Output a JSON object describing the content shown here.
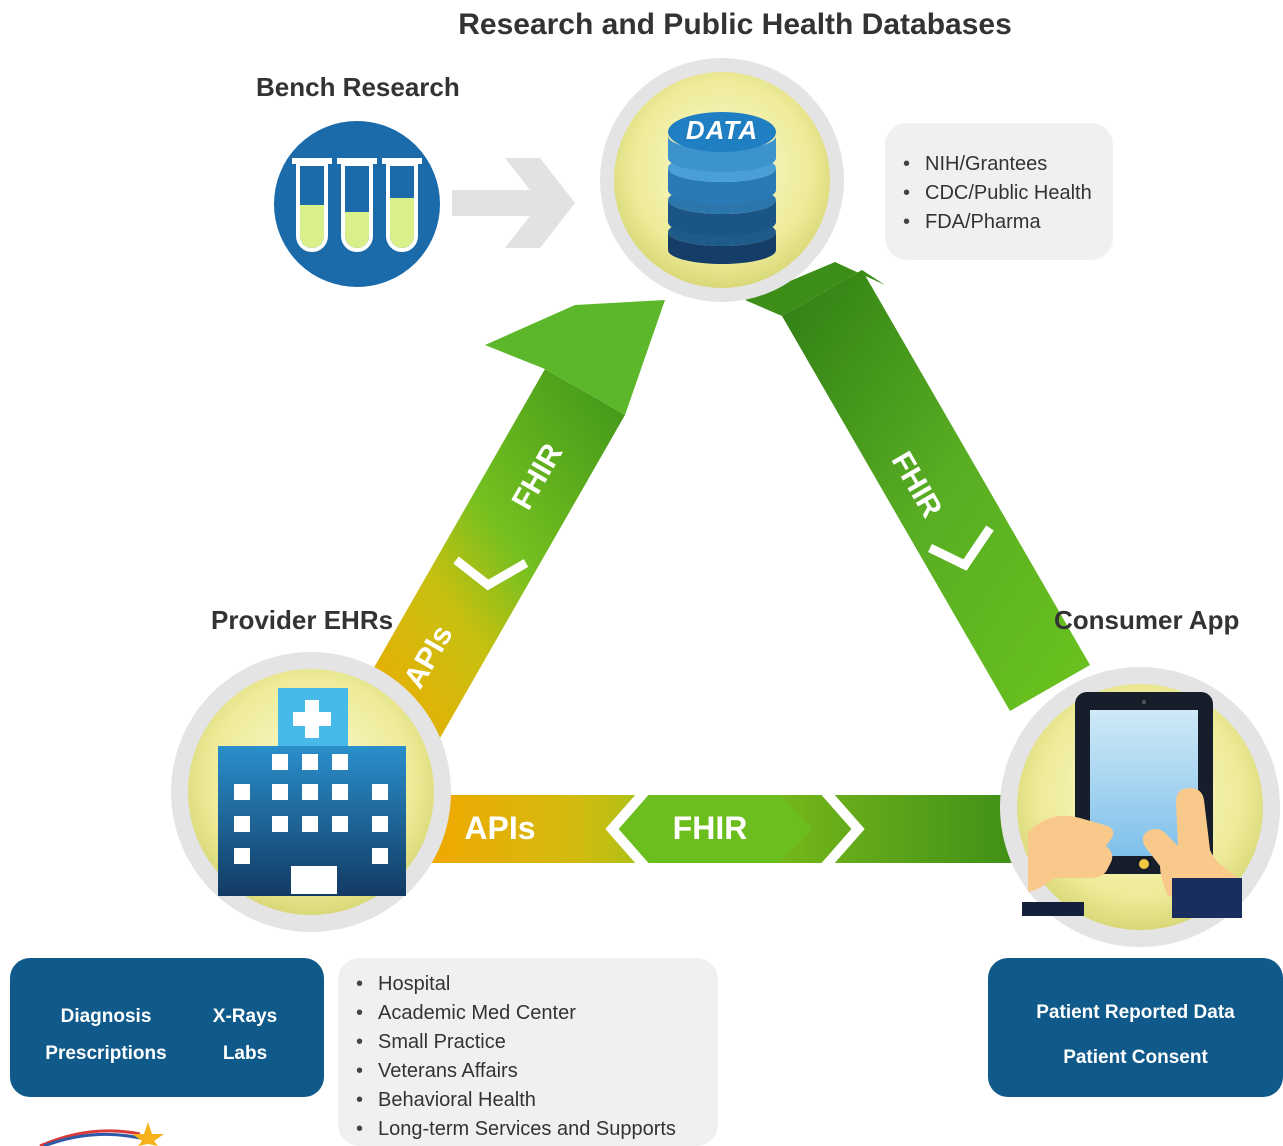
{
  "title": "Research and Public Health Databases",
  "labels": {
    "bench": "Bench Research",
    "provider": "Provider EHRs",
    "consumer": "Consumer App"
  },
  "icons": {
    "bench": "test-tubes-icon",
    "data": "database-icon",
    "provider": "hospital-icon",
    "consumer": "tablet-icon"
  },
  "data_icon_text": "DATA",
  "arrow_labels": {
    "left_fhir": "FHIR",
    "left_apis": "APIs",
    "right_fhir": "FHIR",
    "bottom_apis": "APIs",
    "bottom_fhir": "FHIR"
  },
  "research_list": [
    "NIH/Grantees",
    "CDC/Public Health",
    "FDA/Pharma"
  ],
  "provider_list": [
    "Hospital",
    "Academic Med Center",
    "Small Practice",
    "Veterans Affairs",
    "Behavioral Health",
    "Long-term Services and Supports"
  ],
  "provider_data": {
    "col1": [
      "Diagnosis",
      "Prescriptions"
    ],
    "col2": [
      "X-Rays",
      "Labs"
    ]
  },
  "consumer_data": [
    "Patient Reported Data",
    "Patient Consent"
  ],
  "colors": {
    "green": "#5cb82a",
    "green_dark": "#3f8e1a",
    "orange": "#f0a500",
    "navy": "#0f5a8a",
    "ring": "#e3e3e3"
  }
}
